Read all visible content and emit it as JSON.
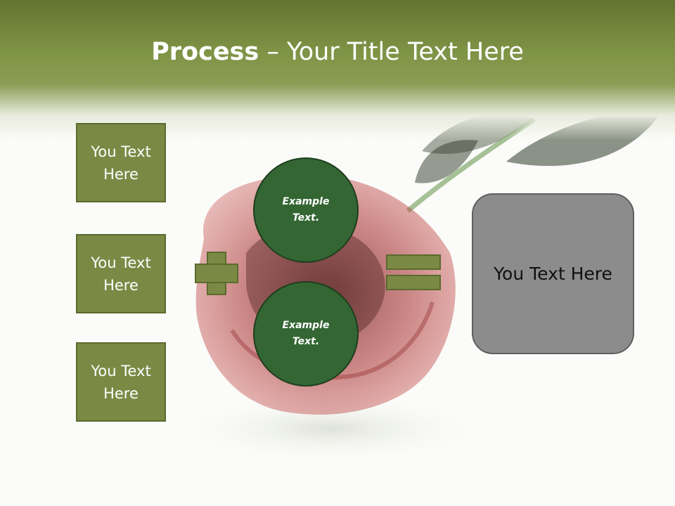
{
  "slide": {
    "title_bold": "Process",
    "title_rest": " – Your Title Text Here",
    "left_boxes": [
      {
        "label": "You Text Here"
      },
      {
        "label": "You Text Here"
      },
      {
        "label": "You Text Here"
      }
    ],
    "circles": [
      {
        "label": "Example Text."
      },
      {
        "label": "Example Text."
      }
    ],
    "result_label": "You Text Here"
  },
  "colors": {
    "header_green": "#7f9446",
    "box_olive": "#7a8a45",
    "circle_green": "#336633",
    "result_gray": "#8c8c8c",
    "rose_red": "#b52b2b"
  },
  "icons": {
    "operator_1": "plus-icon",
    "operator_2": "equals-icon"
  }
}
